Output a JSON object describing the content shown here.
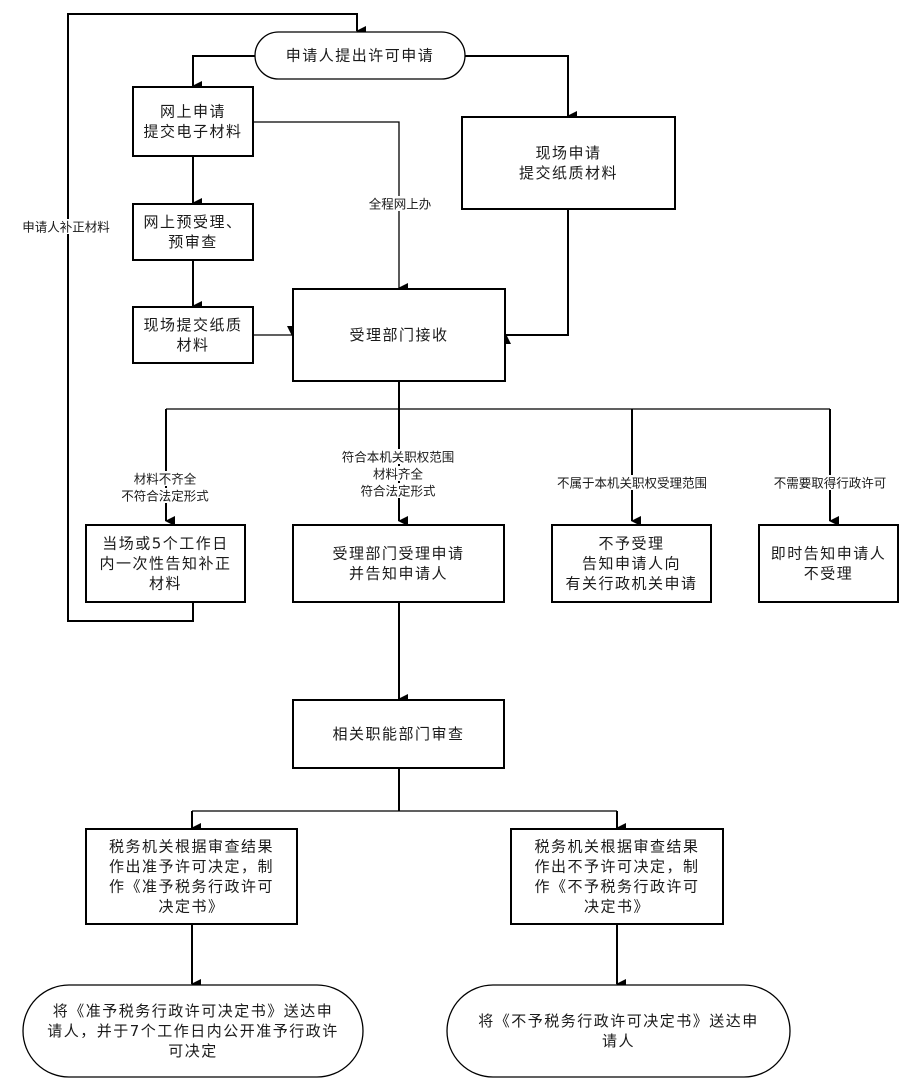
{
  "diagram": {
    "type": "flowchart",
    "colors": {
      "stroke": "#000000",
      "fill": "#ffffff",
      "text": "#1a1a1a"
    },
    "nodes": {
      "start": {
        "shape": "terminal",
        "lines": [
          "申请人提出许可申请"
        ]
      },
      "online_apply": {
        "shape": "process",
        "lines": [
          "网上申请",
          "提交电子材料"
        ]
      },
      "online_precheck": {
        "shape": "process",
        "lines": [
          "网上预受理、",
          "预审查"
        ]
      },
      "onsite_paper_submit": {
        "shape": "process",
        "lines": [
          "现场提交纸质",
          "材料"
        ]
      },
      "onsite_apply": {
        "shape": "process",
        "lines": [
          "现场申请",
          "提交纸质材料"
        ]
      },
      "dept_receive": {
        "shape": "process",
        "lines": [
          "受理部门接收"
        ]
      },
      "notify_correction": {
        "shape": "process",
        "lines": [
          "当场或5个工作日",
          "内一次性告知补正",
          "材料"
        ]
      },
      "dept_accept": {
        "shape": "process",
        "lines": [
          "受理部门受理申请",
          "并告知申请人"
        ]
      },
      "not_accept_redirect": {
        "shape": "process",
        "lines": [
          "不予受理",
          "告知申请人向",
          "有关行政机关申请"
        ]
      },
      "notify_not_accept": {
        "shape": "process",
        "lines": [
          "即时告知申请人",
          "不受理"
        ]
      },
      "functional_review": {
        "shape": "process",
        "lines": [
          "相关职能部门审查"
        ]
      },
      "approve_decision": {
        "shape": "process",
        "lines": [
          "税务机关根据审查结果",
          "作出准予许可决定，制",
          "作《准予税务行政许可",
          "决定书》"
        ]
      },
      "reject_decision": {
        "shape": "process",
        "lines": [
          "税务机关根据审查结果",
          "作出不予许可决定，制",
          "作《不予税务行政许可",
          "决定书》"
        ]
      },
      "end_approve": {
        "shape": "terminal",
        "lines": [
          "将《准予税务行政许可决定书》送达申",
          "请人，并于7个工作日内公开准予行政许",
          "可决定"
        ]
      },
      "end_reject": {
        "shape": "terminal",
        "lines": [
          "将《不予税务行政许可决定书》送达申",
          "请人"
        ]
      }
    },
    "edge_labels": {
      "resubmit": [
        "申请人补正材料"
      ],
      "full_online": [
        "全程网上办"
      ],
      "incomplete": [
        "材料不齐全",
        "不符合法定形式"
      ],
      "compliant": [
        "符合本机关职权范围",
        "材料齐全",
        "符合法定形式"
      ],
      "out_of_scope": [
        "不属于本机关职权受理范围"
      ],
      "no_permit_needed": [
        "不需要取得行政许可"
      ]
    },
    "edges": [
      {
        "from": "start",
        "to": "online_apply"
      },
      {
        "from": "start",
        "to": "onsite_apply"
      },
      {
        "from": "online_apply",
        "to": "online_precheck"
      },
      {
        "from": "online_apply",
        "to": "dept_receive",
        "label": "full_online"
      },
      {
        "from": "online_precheck",
        "to": "onsite_paper_submit"
      },
      {
        "from": "onsite_paper_submit",
        "to": "dept_receive"
      },
      {
        "from": "onsite_apply",
        "to": "dept_receive"
      },
      {
        "from": "dept_receive",
        "to": "notify_correction",
        "label": "incomplete"
      },
      {
        "from": "dept_receive",
        "to": "dept_accept",
        "label": "compliant"
      },
      {
        "from": "dept_receive",
        "to": "not_accept_redirect",
        "label": "out_of_scope"
      },
      {
        "from": "dept_receive",
        "to": "notify_not_accept",
        "label": "no_permit_needed"
      },
      {
        "from": "notify_correction",
        "to": "start",
        "label": "resubmit"
      },
      {
        "from": "dept_accept",
        "to": "functional_review"
      },
      {
        "from": "functional_review",
        "to": "approve_decision"
      },
      {
        "from": "functional_review",
        "to": "reject_decision"
      },
      {
        "from": "approve_decision",
        "to": "end_approve"
      },
      {
        "from": "reject_decision",
        "to": "end_reject"
      }
    ]
  }
}
